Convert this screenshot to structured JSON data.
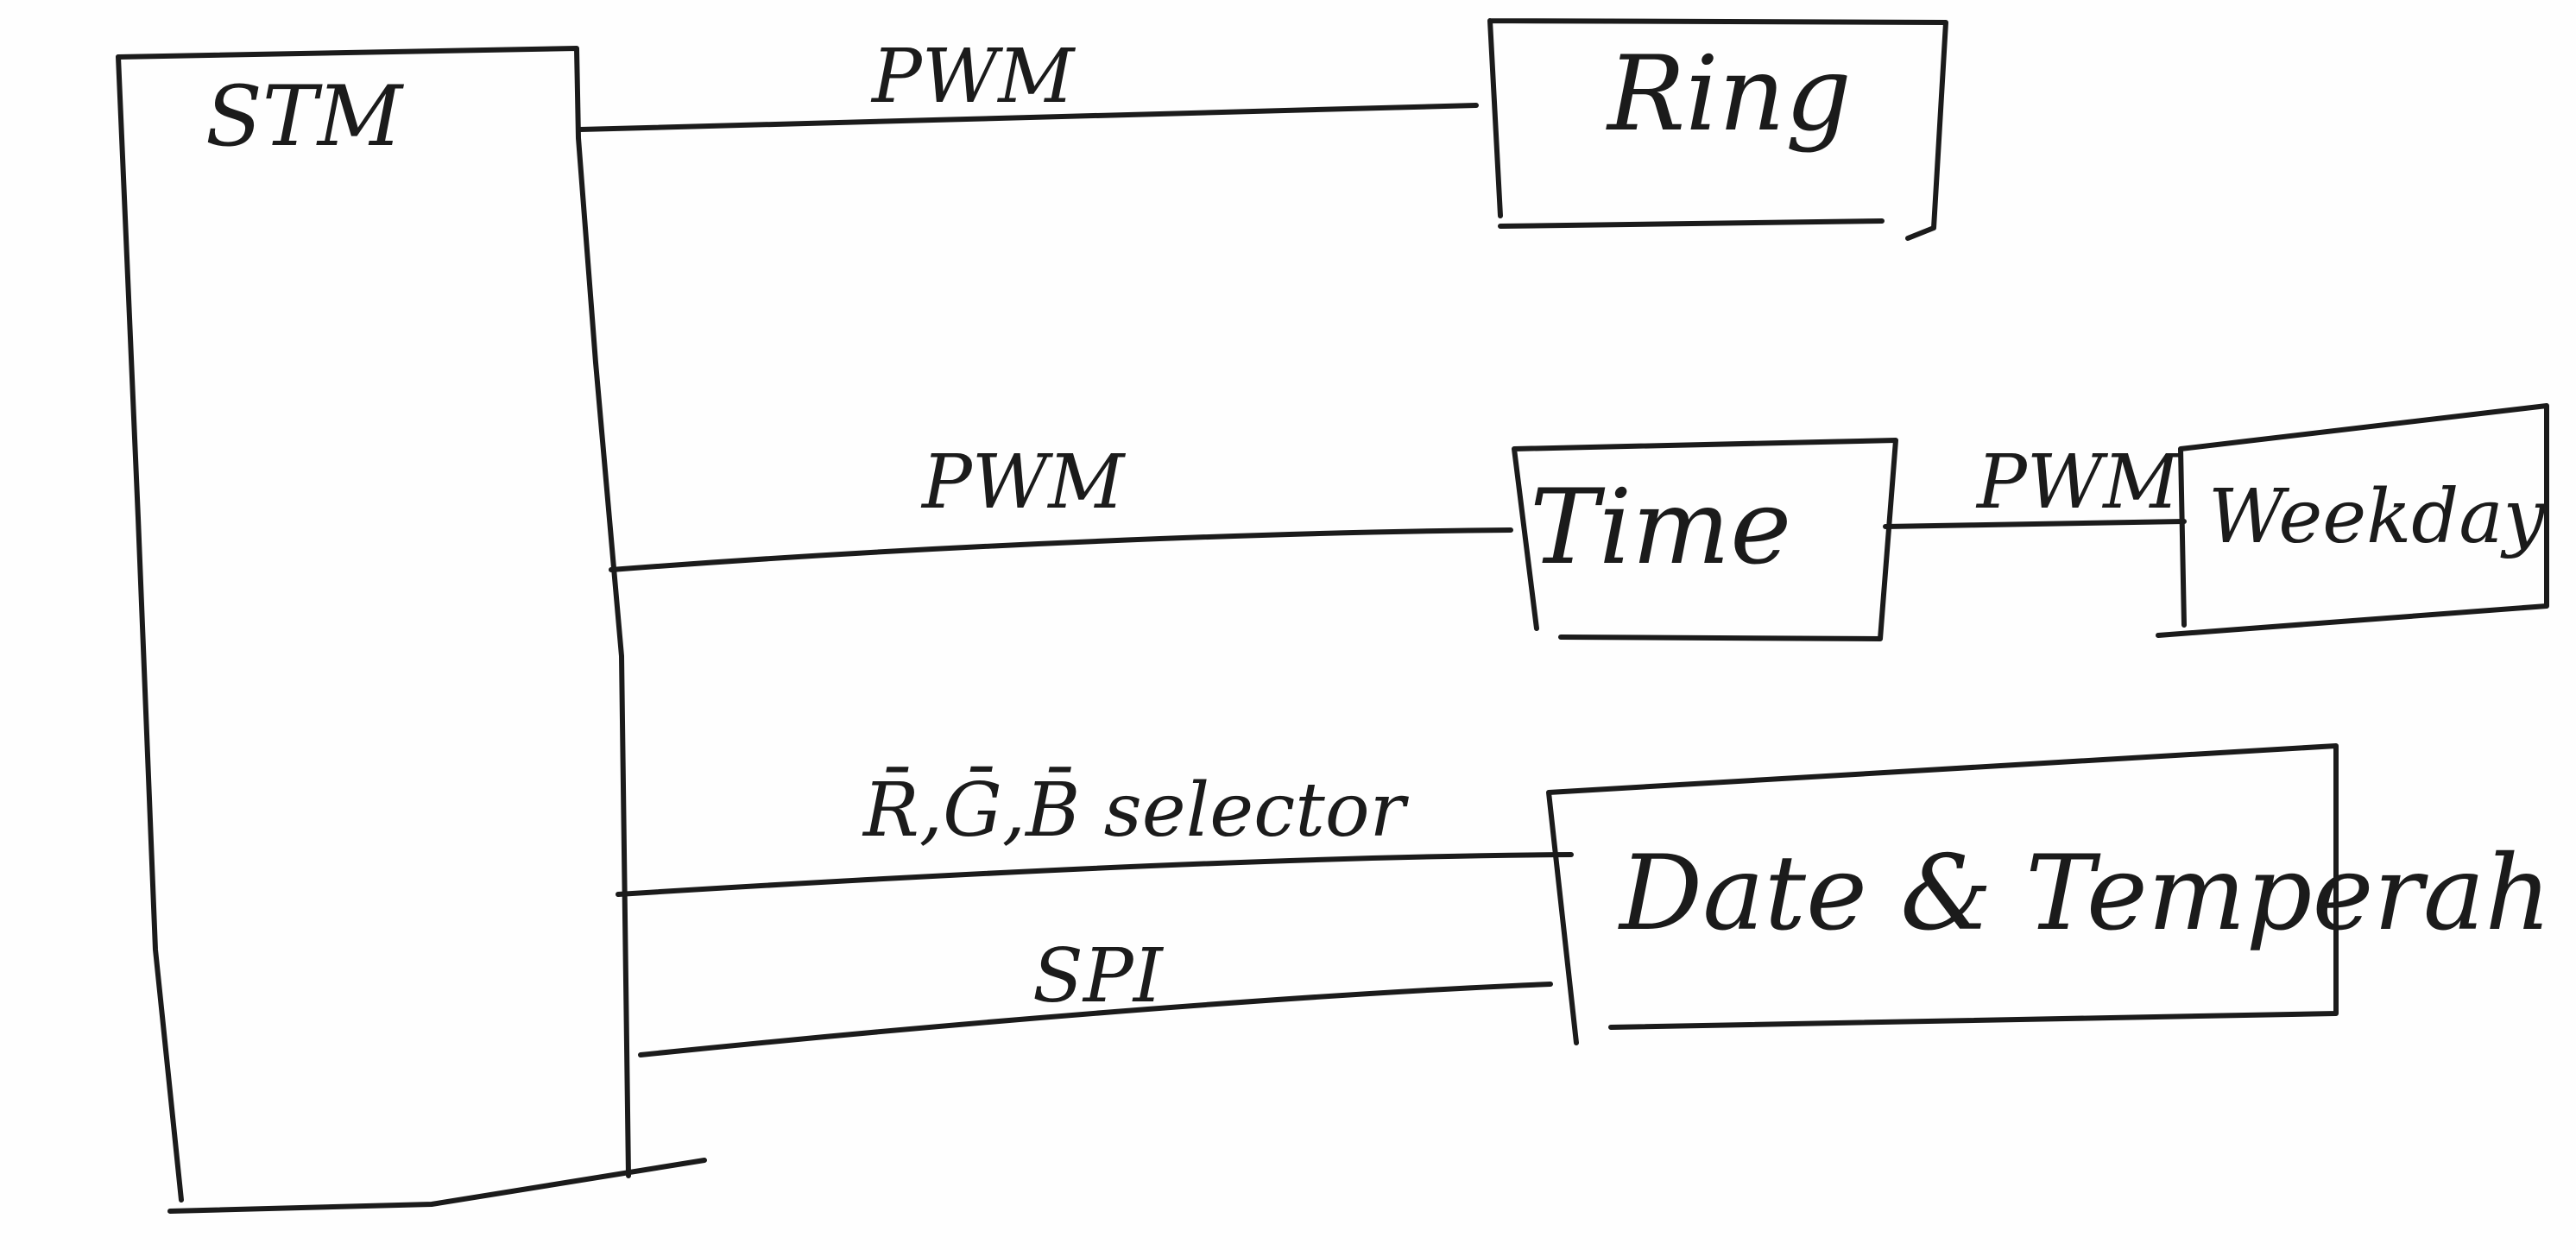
{
  "diagram": {
    "mcu": {
      "label": "STM"
    },
    "blocks": {
      "ring": "Ring",
      "time": "Time",
      "weekday": "Weekday",
      "date_temp": "Date & Temperah"
    },
    "signals": {
      "pwm_ring": "PWM",
      "pwm_time": "PWM",
      "pwm_weekday": "PWM",
      "rgb_selector": "R̄,Ḡ,B̄ selector",
      "spi": "SPI"
    }
  }
}
